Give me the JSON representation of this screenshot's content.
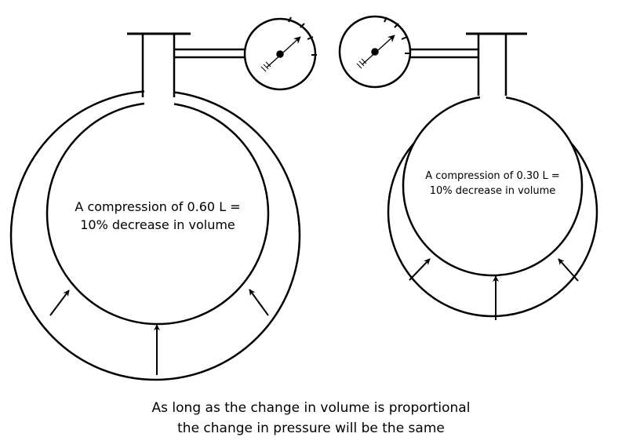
{
  "left_vessel": {
    "label_line1": "A compression of 0.60 L =",
    "label_line2": "10% decrease in volume"
  },
  "right_vessel": {
    "label_line1": "A compression of 0.30 L =",
    "label_line2": "10% decrease in volume"
  },
  "caption": {
    "line1": "As long as the change in volume is proportional",
    "line2": "the change in pressure will be the same"
  }
}
